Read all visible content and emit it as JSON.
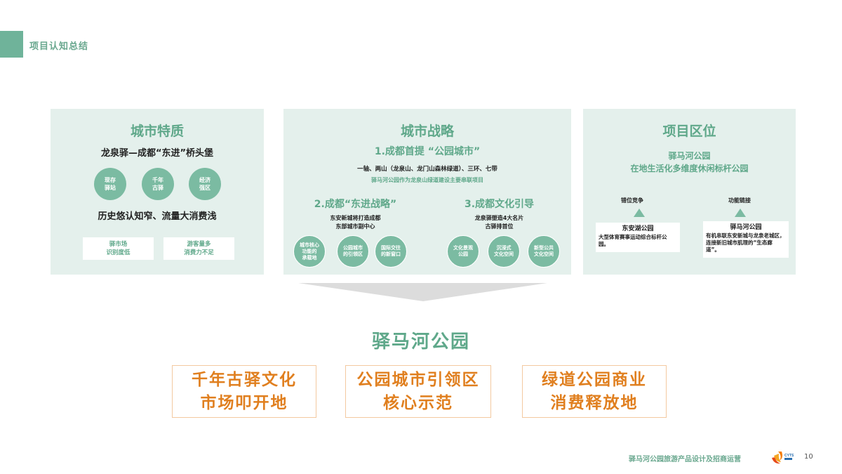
{
  "header": {
    "title": "项目认知总结",
    "accent_color": "#6fb39a"
  },
  "panels": {
    "city_traits": {
      "title": "城市特质",
      "subtitle": "龙泉驿—成都“东进”桥头堡",
      "circles": [
        "现存\n驿站",
        "千年\n古驿",
        "经济\n强区"
      ],
      "summary": "历史悠认知窄、流量大消费浅",
      "boxes": [
        "驿市场\n识别度低",
        "游客量多\n消费力不足"
      ]
    },
    "city_strategy": {
      "title": "城市战略",
      "s1_title": "1.成都首提 “公园城市”",
      "s1_desc": "一轴、两山（龙泉山、龙门山森林绿道）、三环、七带",
      "s1_note": "驿马河公园作为龙泉山绿道建设主要串联项目",
      "s2_title": "2.成都“东进战略”",
      "s2_desc": "东安新城将打造成都\n东部城市副中心",
      "s2_circles": [
        "城市核心\n功能的\n承载地",
        "公园城市\n的引领区",
        "国际交往\n的新窗口"
      ],
      "s3_title": "3.成都文化引导",
      "s3_desc": "龙泉驿塑造4大名片\n古驿排首位",
      "s3_circles": [
        "文化景观\n公园",
        "沉浸式\n文化空间",
        "新型公共\n文化空间"
      ]
    },
    "project_location": {
      "title": "项目区位",
      "headline_1": "驿马河公园",
      "headline_2": "在地生活化多维度休闲标杆公园",
      "left_label": "错位竞争",
      "left_box_title": "东安湖公园",
      "left_box_text": "大型体育赛事运动综合标杆公园。",
      "right_label": "功能链接",
      "right_box_title": "驿马河公园",
      "right_box_text": "有机串联东安新城与龙泉老城区，连接新旧城市肌理的“生态廊道”。"
    }
  },
  "result": {
    "title": "驿马河公园",
    "boxes": [
      "千年古驿文化\n市场叩开地",
      "公园城市引领区\n核心示范",
      "绿道公园商业\n消费释放地"
    ],
    "accent_color": "#e07f1f"
  },
  "footer": {
    "text": "驿马河公园旅游产品设计及招商运营",
    "logo_text": "CYTS",
    "page": "10"
  }
}
